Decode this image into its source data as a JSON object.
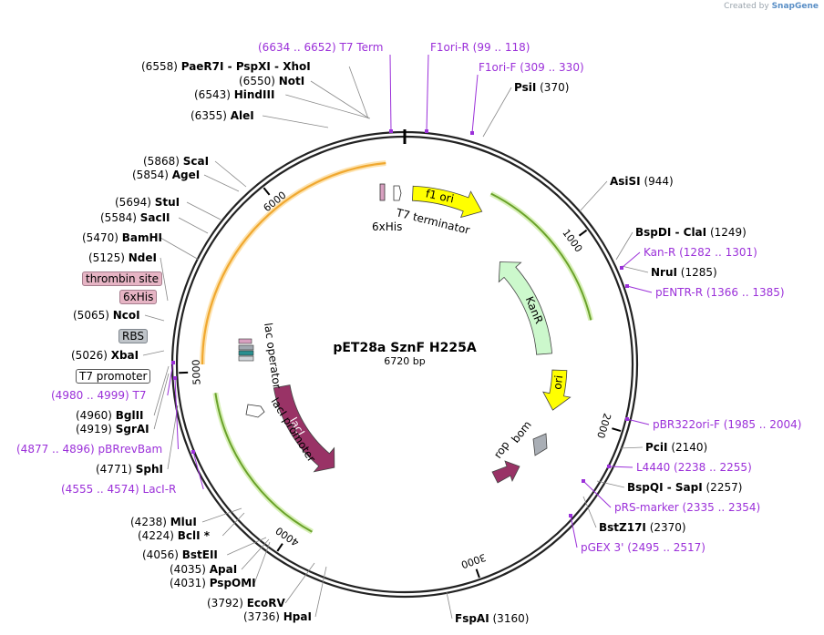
{
  "credit": {
    "prefix": "Created by",
    "brand": "SnapGene"
  },
  "plasmid": {
    "name": "pET28a SznF H225A",
    "size_label": "6720 bp",
    "length": 6720
  },
  "ticks": [
    "1000",
    "2000",
    "3000",
    "4000",
    "5000",
    "6000"
  ],
  "sites": [
    {
      "name": "PaeR7I  -  PspXI  -  XhoI",
      "pos": "(6558)",
      "bp": 6558
    },
    {
      "name": "NotI",
      "pos": "(6550)",
      "bp": 6550
    },
    {
      "name": "HindIII",
      "pos": "(6543)",
      "bp": 6543
    },
    {
      "name": "AleI",
      "pos": "(6355)",
      "bp": 6355
    },
    {
      "name": "ScaI",
      "pos": "(5868)",
      "bp": 5868
    },
    {
      "name": "AgeI",
      "pos": "(5854)",
      "bp": 5854
    },
    {
      "name": "StuI",
      "pos": "(5694)",
      "bp": 5694
    },
    {
      "name": "SacII",
      "pos": "(5584)",
      "bp": 5584
    },
    {
      "name": "BamHI",
      "pos": "(5470)",
      "bp": 5470
    },
    {
      "name": "NdeI",
      "pos": "(5125)",
      "bp": 5125
    },
    {
      "name": "NcoI",
      "pos": "(5065)",
      "bp": 5065
    },
    {
      "name": "XbaI",
      "pos": "(5026)",
      "bp": 5026
    },
    {
      "name": "BglII",
      "pos": "(4960)",
      "bp": 4960
    },
    {
      "name": "SgrAI",
      "pos": "(4919)",
      "bp": 4919
    },
    {
      "name": "SphI",
      "pos": "(4771)",
      "bp": 4771
    },
    {
      "name": "MluI",
      "pos": "(4238)",
      "bp": 4238
    },
    {
      "name": "BclI *",
      "pos": "(4224)",
      "bp": 4224
    },
    {
      "name": "BstEII",
      "pos": "(4056)",
      "bp": 4056
    },
    {
      "name": "ApaI",
      "pos": "(4035)",
      "bp": 4035
    },
    {
      "name": "PspOMI",
      "pos": "(4031)",
      "bp": 4031
    },
    {
      "name": "EcoRV",
      "pos": "(3792)",
      "bp": 3792
    },
    {
      "name": "HpaI",
      "pos": "(3736)",
      "bp": 3736
    },
    {
      "name": "PsiI",
      "pos": "(370)",
      "bp": 370
    },
    {
      "name": "AsiSI",
      "pos": "(944)",
      "bp": 944
    },
    {
      "name": "BspDI  -  ClaI",
      "pos": "(1249)",
      "bp": 1249
    },
    {
      "name": "NruI",
      "pos": "(1285)",
      "bp": 1285
    },
    {
      "name": "PciI",
      "pos": "(2140)",
      "bp": 2140
    },
    {
      "name": "BspQI  -  SapI",
      "pos": "(2257)",
      "bp": 2257
    },
    {
      "name": "BstZ17I",
      "pos": "(2370)",
      "bp": 2370
    },
    {
      "name": "FspAI",
      "pos": "(3160)",
      "bp": 3160
    }
  ],
  "primers": [
    {
      "name": "T7 Term",
      "range": "(6634 .. 6652)",
      "bp": 6643
    },
    {
      "name": "F1ori-R",
      "range": "(99 .. 118)",
      "bp": 108
    },
    {
      "name": "F1ori-F",
      "range": "(309 .. 330)",
      "bp": 320
    },
    {
      "name": "Kan-R",
      "range": "(1282 .. 1301)",
      "bp": 1291
    },
    {
      "name": "pENTR-R",
      "range": "(1366 .. 1385)",
      "bp": 1375
    },
    {
      "name": "pBR322ori-F",
      "range": "(1985 .. 2004)",
      "bp": 1994
    },
    {
      "name": "L4440",
      "range": "(2238 .. 2255)",
      "bp": 2246
    },
    {
      "name": "pRS-marker",
      "range": "(2335 .. 2354)",
      "bp": 2344
    },
    {
      "name": "pGEX 3'",
      "range": "(2495 .. 2517)",
      "bp": 2506
    },
    {
      "name": "T7",
      "range": "(4980 .. 4999)",
      "bp": 4990
    },
    {
      "name": "pBRrevBam",
      "range": "(4877 .. 4896)",
      "bp": 4886
    },
    {
      "name": "LacI-R",
      "range": "(4555 .. 4574)",
      "bp": 4564
    }
  ],
  "feature_labels": [
    {
      "name": "thrombin site",
      "style": "pink"
    },
    {
      "name": "6xHis",
      "style": "pink"
    },
    {
      "name": "RBS",
      "style": "gray"
    },
    {
      "name": "T7 promoter",
      "style": "white"
    }
  ],
  "features": [
    {
      "name": "f1 ori",
      "color": "#ffff00"
    },
    {
      "name": "KanR",
      "color": "#ccf8cc"
    },
    {
      "name": "ori",
      "color": "#ffff00"
    },
    {
      "name": "lacI",
      "color": "#993366"
    },
    {
      "name": "rop",
      "color": "#993366"
    },
    {
      "name": "bom",
      "color": "#a9aeb5"
    }
  ],
  "inner_labels": {
    "t7_terminator": "T7 terminator",
    "sixhis": "6xHis",
    "lac_operator": "lac operator",
    "laci_promoter": "lacI promoter"
  },
  "colors": {
    "primer": "#9b30d9",
    "orf_arc": "#f0a830",
    "green_arc": "#6aa22a",
    "backbone": "#222222"
  }
}
